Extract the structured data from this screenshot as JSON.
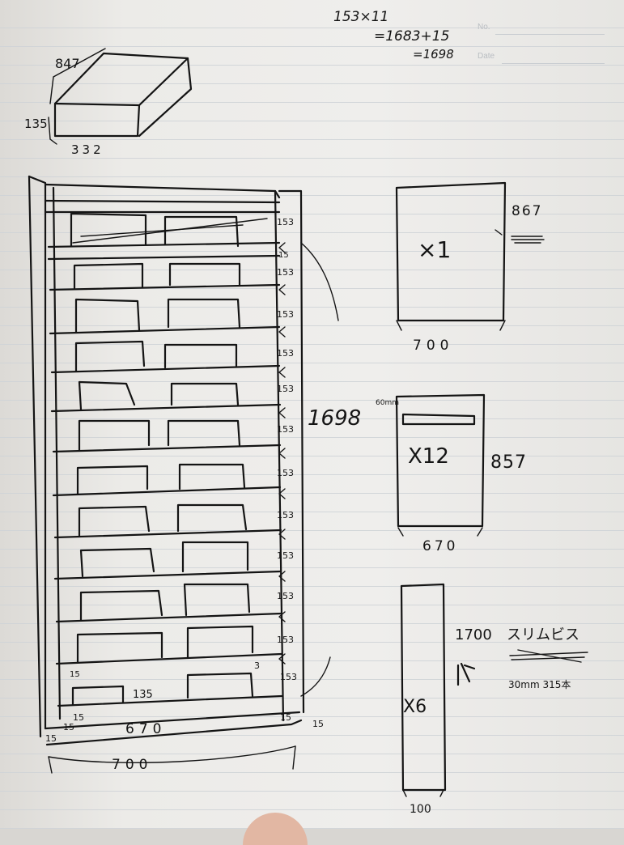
{
  "header": {
    "no_label": "No.",
    "date_label": "Date"
  },
  "calc": {
    "line1": "153×11",
    "line2": "=1683+15",
    "line3": "=1698"
  },
  "box_sketch": {
    "depth": "847",
    "height": "135",
    "width": "332"
  },
  "shelf": {
    "shelf_pitch_labels": [
      "153",
      "153",
      "153",
      "153",
      "153",
      "153",
      "153",
      "153",
      "153",
      "153",
      "153",
      "153"
    ],
    "spacer_labels": [
      "15",
      "15"
    ],
    "total_height": "1698",
    "inner_width": "670",
    "outer_width": "700",
    "bottom_left_15": "15",
    "inner_left_15a": "15",
    "inner_left_15b": "15",
    "bottom_right_15a": "15",
    "bottom_right_15b": "15",
    "drawer_height": "135",
    "small_3": "3"
  },
  "part_top_panel": {
    "qty": "×1",
    "height": "867",
    "width": "700"
  },
  "part_shelf_board": {
    "qty": "X12",
    "height": "857",
    "width": "670",
    "note": "60mm"
  },
  "part_side_board": {
    "qty": "X6",
    "length": "1700",
    "width": "100",
    "screw": "スリムビス",
    "screw_spec": "30mm 315本"
  }
}
